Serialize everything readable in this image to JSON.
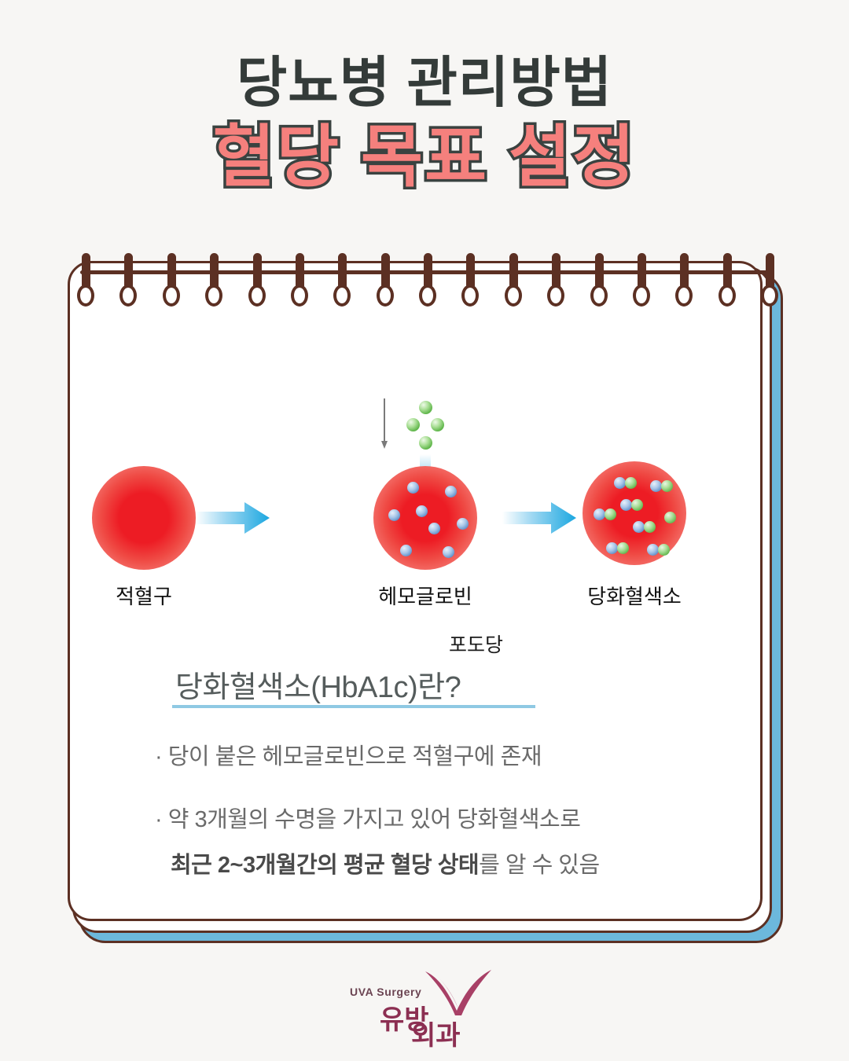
{
  "background_color": "#f7f6f4",
  "title": {
    "line1": "당뇨병 관리방법",
    "line2": "혈당 목표 설정",
    "line1_color": "#343b39",
    "line2_fill_color": "#f5807d",
    "line2_stroke_color": "#3a4240"
  },
  "card": {
    "front_color": "#ffffff",
    "back_cover_color": "#6cb8dc",
    "outline_color": "#5c3023",
    "spiral_ring_count": 17,
    "spiral_color": "#5c3023"
  },
  "diagram": {
    "glucose_label": "포도당",
    "glucose_dot_count": 4,
    "glucose_dot_color": "#58b243",
    "down_arrow_color": "#29abe2",
    "side_tick_color": "#7a7a7a",
    "arrow_color": "#29abe2",
    "cells": [
      {
        "label": "적혈구",
        "name": "red-blood-cell",
        "blue_dot_count": 0,
        "green_dot_count": 0
      },
      {
        "label": "헤모글로빈",
        "name": "hemoglobin",
        "blue_dot_count": 8,
        "green_dot_count": 0
      },
      {
        "label": "당화혈색소",
        "name": "glycated-hemoglobin",
        "blue_dot_count": 7,
        "green_dot_count": 8
      }
    ]
  },
  "content": {
    "heading": "당화혈색소(HbA1c)란?",
    "heading_color": "#555c5c",
    "underline_color": "#8fc9e3",
    "bullets": [
      {
        "text": "· 당이 붙은 헤모글로빈으로 적혈구에 존재"
      },
      {
        "text": "· 약 3개월의 수명을 가지고 있어  당화혈색소로"
      }
    ],
    "bullet2_line2_prefix": "",
    "bullet2_line2_bold": "최근 2~3개월간의 평균 혈당 상태",
    "bullet2_line2_suffix": "를 알 수 있음"
  },
  "logo": {
    "english": "UVA Surgery",
    "korean_part1": "유방",
    "korean_part2": "외과",
    "color": "#8c2f52",
    "swoosh_color": "#a84066"
  }
}
